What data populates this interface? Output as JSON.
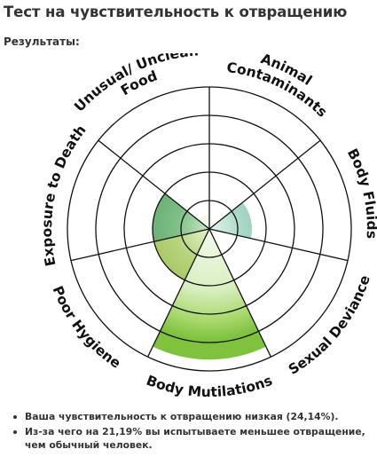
{
  "page": {
    "title": "Тест на чувствительность к отвращению",
    "subtitle": "Результаты:"
  },
  "chart_data": {
    "type": "polar-area",
    "grid_rings": 5,
    "r_max": 100,
    "categories": [
      "Animal Contaminants",
      "Body Fluids",
      "Sexual Deviance",
      "Body Mutilations",
      "Poor Hygiene",
      "Exposure to Death",
      "Unusual/ Unclean Food"
    ],
    "values": [
      5,
      30,
      5,
      92,
      40,
      40,
      10
    ],
    "colors": {
      "gridline": "#111111",
      "fill_inner": "#f4faee",
      "fill_outer": "#7ec23e",
      "fill_dark": "#3f9152",
      "fill_bluegreen": "#5fae96"
    }
  },
  "results": {
    "items": [
      "Ваша чувствительность к отвращению низкая (24,14%).",
      "Из-за чего на 21,19% вы испытываете меньшее отвращение, чем обычный человек."
    ]
  }
}
